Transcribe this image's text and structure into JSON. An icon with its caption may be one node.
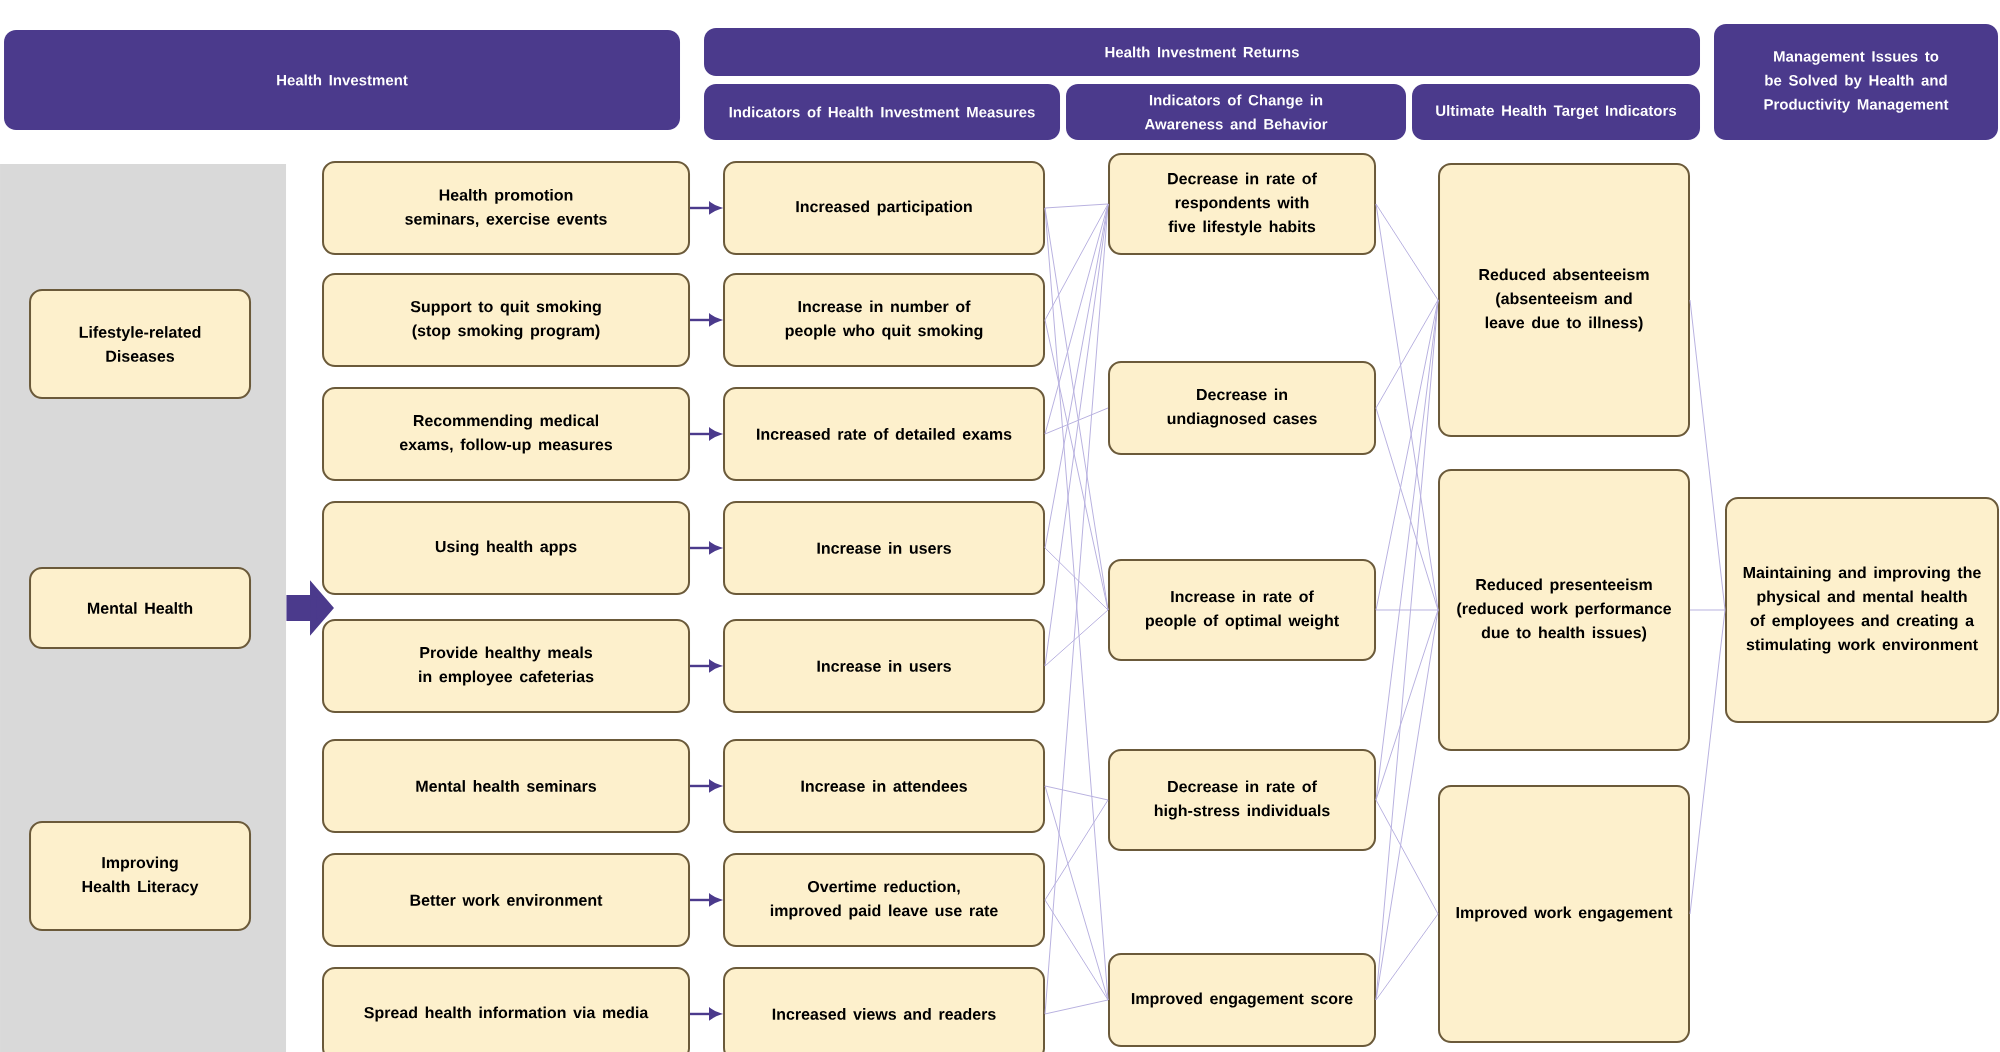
{
  "diagram": {
    "nodes": [
      {
        "text": [
          "Health Investment"
        ]
      },
      {
        "text": [
          "Health Investment Returns"
        ]
      },
      {
        "text": [
          "Indicators of Health Investment Measures"
        ]
      },
      {
        "text": [
          "Indicators of Change in Awareness and Behavior"
        ]
      },
      {
        "text": [
          "Ultimate Health Target Indicators"
        ]
      },
      {
        "text": [
          "Management Issues to be Solved by Health and Productivity Management"
        ]
      },
      {
        "text": [],
        "shape": "box"
      },
      {
        "text": [
          "Lifestyle-related Diseases"
        ],
        "in": 6
      },
      {
        "text": [
          "Mental Health"
        ],
        "in": 6
      },
      {
        "text": [
          "Improving Health Literacy"
        ],
        "in": 6
      },
      {
        "text": [
          "Health promotion seminars, exercise events"
        ]
      },
      {
        "text": [
          "Support to quit smoking (stop smoking program)"
        ]
      },
      {
        "text": [
          "Recommending medical exams, follow-up measures"
        ]
      },
      {
        "text": [
          "Using health apps"
        ]
      },
      {
        "text": [
          "Provide healthy meals in employee cafeterias"
        ]
      },
      {
        "text": [
          "Mental health seminars"
        ]
      },
      {
        "text": [
          "Better work environment"
        ]
      },
      {
        "text": [
          "Spread health information via media"
        ]
      },
      {
        "text": [
          "Increased participation"
        ]
      },
      {
        "text": [
          "Increase in number of people who quit smoking"
        ]
      },
      {
        "text": [
          "Increased rate of detailed exams"
        ]
      },
      {
        "text": [
          "Increase in users"
        ]
      },
      {
        "text": [
          "Increase in users"
        ]
      },
      {
        "text": [
          "Increase in attendees"
        ]
      },
      {
        "text": [
          "Overtime reduction, improved paid leave use rate"
        ]
      },
      {
        "text": [
          "Increased views and readers"
        ]
      },
      {
        "text": [
          "Decrease in rate of respondents with five lifestyle habits"
        ]
      },
      {
        "text": [
          "Decrease in undiagnosed cases"
        ]
      },
      {
        "text": [
          "Increase in rate of people of optimal weight"
        ]
      },
      {
        "text": [
          "Decrease in rate of high-stress individuals"
        ]
      },
      {
        "text": [
          "Improved engagement score"
        ]
      },
      {
        "text": [
          "Reduced absenteeism (absenteeism and leave due to illness)"
        ]
      },
      {
        "text": [
          "Reduced presenteeism (reduced work performance due to health issues)"
        ]
      },
      {
        "text": [
          "Improved work engagement"
        ]
      },
      {
        "text": [
          "Maintaining and improving the physical and mental health of employees and creating a stimulating work environment"
        ]
      }
    ],
    "edges": [
      {
        "from": 6,
        "to": 14,
        "arrow": "to",
        "style": "thick",
        "color": "#4b3a8c"
      },
      {
        "from": 10,
        "to": 18,
        "arrow": "to",
        "color": "#4b3a8c"
      },
      {
        "from": 11,
        "to": 19,
        "arrow": "to",
        "color": "#4b3a8c"
      },
      {
        "from": 12,
        "to": 20,
        "arrow": "to",
        "color": "#4b3a8c"
      },
      {
        "from": 13,
        "to": 21,
        "arrow": "to",
        "color": "#4b3a8c"
      },
      {
        "from": 14,
        "to": 22,
        "arrow": "to",
        "color": "#4b3a8c"
      },
      {
        "from": 15,
        "to": 23,
        "arrow": "to",
        "color": "#4b3a8c"
      },
      {
        "from": 16,
        "to": 24,
        "arrow": "to",
        "color": "#4b3a8c"
      },
      {
        "from": 17,
        "to": 25,
        "arrow": "to",
        "color": "#4b3a8c"
      },
      {
        "from": 18,
        "to": 26,
        "arrow": "none"
      },
      {
        "from": 18,
        "to": 28,
        "arrow": "none"
      },
      {
        "from": 18,
        "to": 30,
        "arrow": "none"
      },
      {
        "from": 19,
        "to": 26,
        "arrow": "none"
      },
      {
        "from": 19,
        "to": 28,
        "arrow": "none"
      },
      {
        "from": 20,
        "to": 26,
        "arrow": "none"
      },
      {
        "from": 20,
        "to": 27,
        "arrow": "none"
      },
      {
        "from": 21,
        "to": 26,
        "arrow": "none"
      },
      {
        "from": 21,
        "to": 28,
        "arrow": "none"
      },
      {
        "from": 22,
        "to": 26,
        "arrow": "none"
      },
      {
        "from": 22,
        "to": 28,
        "arrow": "none"
      },
      {
        "from": 23,
        "to": 29,
        "arrow": "none"
      },
      {
        "from": 23,
        "to": 30,
        "arrow": "none"
      },
      {
        "from": 24,
        "to": 29,
        "arrow": "none"
      },
      {
        "from": 24,
        "to": 30,
        "arrow": "none"
      },
      {
        "from": 25,
        "to": 26,
        "arrow": "none"
      },
      {
        "from": 25,
        "to": 30,
        "arrow": "none"
      },
      {
        "from": 26,
        "to": 31,
        "arrow": "none"
      },
      {
        "from": 26,
        "to": 32,
        "arrow": "none"
      },
      {
        "from": 27,
        "to": 31,
        "arrow": "none"
      },
      {
        "from": 27,
        "to": 32,
        "arrow": "none"
      },
      {
        "from": 28,
        "to": 31,
        "arrow": "none"
      },
      {
        "from": 28,
        "to": 32,
        "arrow": "none"
      },
      {
        "from": 29,
        "to": 31,
        "arrow": "none"
      },
      {
        "from": 29,
        "to": 32,
        "arrow": "none"
      },
      {
        "from": 29,
        "to": 33,
        "arrow": "none"
      },
      {
        "from": 30,
        "to": 31,
        "arrow": "none"
      },
      {
        "from": 30,
        "to": 32,
        "arrow": "none"
      },
      {
        "from": 30,
        "to": 33,
        "arrow": "none"
      },
      {
        "from": 31,
        "to": 34,
        "arrow": "none"
      },
      {
        "from": 32,
        "to": 34,
        "arrow": "none"
      },
      {
        "from": 33,
        "to": 34,
        "arrow": "none"
      }
    ]
  }
}
